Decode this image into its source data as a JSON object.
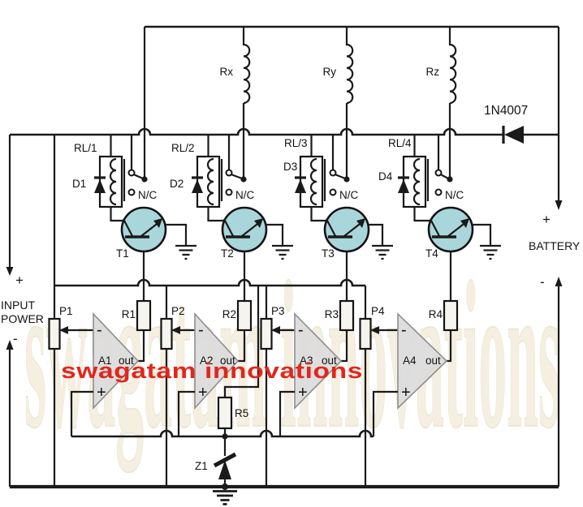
{
  "watermark": {
    "background": "swagatam innovations",
    "brand": "swagatam innovations"
  },
  "power": {
    "input_line1": "INPUT",
    "input_line2": "POWER",
    "input_plus": "+",
    "input_minus": "-",
    "battery_label": "BATTERY",
    "battery_plus": "+",
    "battery_minus": "-"
  },
  "top": {
    "diode": "1N4007",
    "coils": [
      "Rx",
      "Ry",
      "Rz"
    ]
  },
  "shared": {
    "feedback_resistor": "R5",
    "zener": "Z1"
  },
  "channels": [
    {
      "relay": "RL/1",
      "diode": "D1",
      "nc": "N/C",
      "transistor": "T1",
      "pot": "P1",
      "base_resistor": "R1",
      "opamp": "A1",
      "out": "out",
      "inv": "-",
      "noninv": "+"
    },
    {
      "relay": "RL/2",
      "diode": "D2",
      "nc": "N/C",
      "transistor": "T2",
      "pot": "P2",
      "base_resistor": "R2",
      "opamp": "A2",
      "out": "out",
      "inv": "-",
      "noninv": "+"
    },
    {
      "relay": "RL/3",
      "diode": "D3",
      "nc": "N/C",
      "transistor": "T3",
      "pot": "P3",
      "base_resistor": "R3",
      "opamp": "A3",
      "out": "out",
      "inv": "-",
      "noninv": "+"
    },
    {
      "relay": "RL/4",
      "diode": "D4",
      "nc": "N/C",
      "transistor": "T4",
      "pot": "P4",
      "base_resistor": "R4",
      "opamp": "A4",
      "out": "out",
      "inv": "-",
      "noninv": "+"
    }
  ],
  "colors": {
    "wire": "#1a1a1a",
    "transistor_fill": "#a9d6da",
    "opamp_fill": "#dcdcdc",
    "brand_red": "#e2261b",
    "background_watermark": "#f4efe0"
  }
}
